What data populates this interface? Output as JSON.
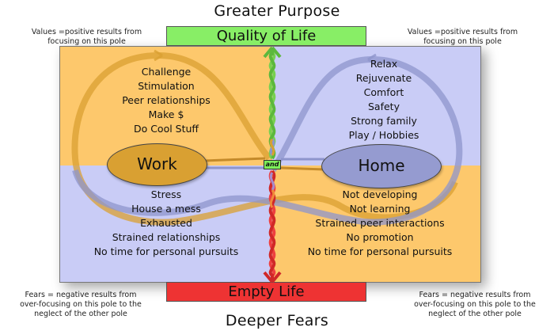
{
  "diagram": {
    "greater_purpose": "Greater Purpose",
    "deeper_fears": "Deeper Fears",
    "top_pole": "Quality of Life",
    "bottom_pole": "Empty Life",
    "connector": "and",
    "notes": {
      "values_left": [
        "Values =positive results from",
        "focusing on this pole"
      ],
      "values_right": [
        "Values =positive results from",
        "focusing on this pole"
      ],
      "fears_left": [
        "Fears = negative results from",
        "over-focusing on this pole to the",
        "neglect of the other pole"
      ],
      "fears_right": [
        "Fears = negative results from",
        "over-focusing on this pole to the",
        "neglect of the other pole"
      ]
    },
    "poles": {
      "left": {
        "label": "Work",
        "values": [
          "Challenge",
          "Stimulation",
          "Peer relationships",
          "Make $",
          "Do Cool Stuff"
        ],
        "fears": [
          "Stress",
          "House a mess",
          "Exhausted",
          "Strained relationships",
          "No time for personal pursuits"
        ]
      },
      "right": {
        "label": "Home",
        "values": [
          "Relax",
          "Rejuvenate",
          "Comfort",
          "Safety",
          "Strong family",
          "Play / Hobbies"
        ],
        "fears": [
          "Not developing",
          "Not learning",
          "Strained peer interactions",
          "No promotion",
          "No time for personal pursuits"
        ]
      }
    },
    "colors": {
      "orange_quadrant": "#fdc86c",
      "blue_quadrant": "#c9ccf6",
      "work_ellipse": "#d9a032",
      "home_ellipse": "#959bd0",
      "quality_box": "#88ee66",
      "empty_box": "#ee3333",
      "and_badge": "#7ef05a"
    }
  }
}
